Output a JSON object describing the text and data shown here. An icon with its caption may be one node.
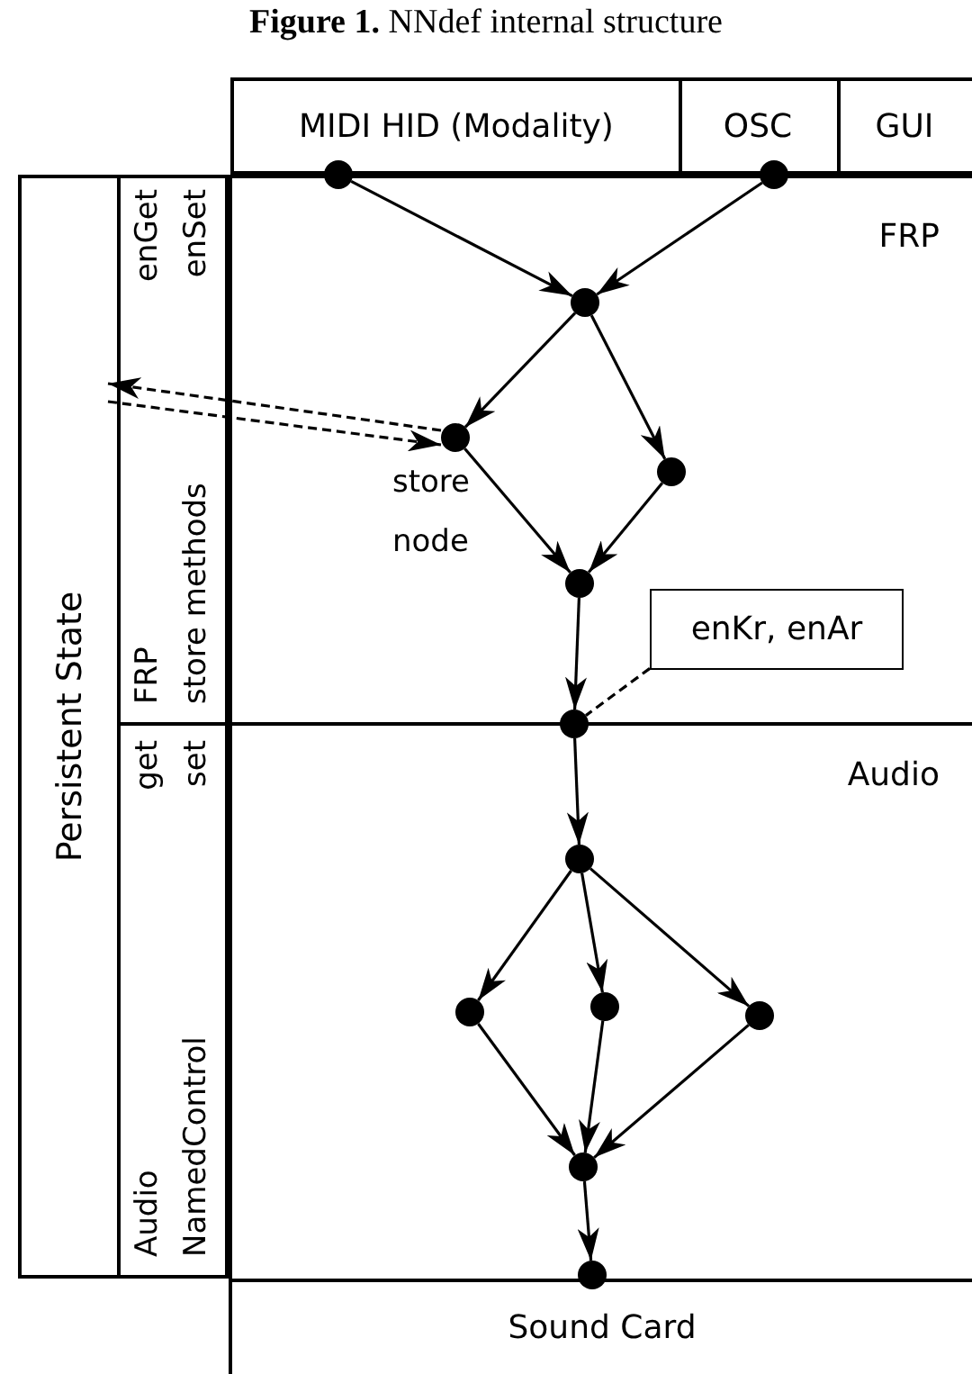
{
  "diagram": {
    "title": "**Figure 1.** NNdef internal structure",
    "nodes": [
      {
        "text": [
          "MIDI HID (Modality)"
        ]
      },
      {
        "text": [
          "OSC"
        ]
      },
      {
        "text": [
          "GUI"
        ]
      },
      {
        "text": [
          "Persistent State"
        ]
      },
      {
        "text": [
          "enGet",
          "enSet",
          "FRP",
          "store methods"
        ],
        "in": 3
      },
      {
        "text": [
          "get",
          "set",
          "Audio",
          "NamedControl"
        ],
        "in": 3
      },
      {
        "text": [
          "FRP"
        ]
      },
      {
        "text": [
          "Audio"
        ]
      },
      {
        "text": [
          "Sound Card"
        ]
      },
      {
        "text": [],
        "shape": "circle"
      },
      {
        "text": [],
        "shape": "circle"
      },
      {
        "text": [],
        "shape": "circle",
        "in": 6
      },
      {
        "text": [],
        "shape": "circle",
        "in": 6,
        "beside": [
          "store node"
        ]
      },
      {
        "text": [],
        "shape": "circle",
        "in": 6
      },
      {
        "text": [],
        "shape": "circle",
        "in": 6
      },
      {
        "text": [
          "enKr, enAr"
        ],
        "in": 6
      },
      {
        "text": [],
        "shape": "circle"
      },
      {
        "text": [],
        "shape": "circle",
        "in": 7
      },
      {
        "text": [],
        "shape": "circle",
        "in": 7
      },
      {
        "text": [],
        "shape": "circle",
        "in": 7
      },
      {
        "text": [],
        "shape": "circle",
        "in": 7
      },
      {
        "text": [],
        "shape": "circle",
        "in": 7
      },
      {
        "text": [],
        "shape": "circle"
      }
    ],
    "edges": [
      {
        "from": 9,
        "to": 11,
        "arrow": "to"
      },
      {
        "from": 10,
        "to": 11,
        "arrow": "to"
      },
      {
        "from": 11,
        "to": 12,
        "arrow": "to"
      },
      {
        "from": 11,
        "to": 13,
        "arrow": "to"
      },
      {
        "from": 12,
        "to": 4,
        "arrow": "to",
        "style": "dashed"
      },
      {
        "from": 4,
        "to": 12,
        "arrow": "to",
        "style": "dashed"
      },
      {
        "from": 12,
        "to": 14,
        "arrow": "to"
      },
      {
        "from": 13,
        "to": 14,
        "arrow": "to"
      },
      {
        "from": 14,
        "to": 16,
        "arrow": "to"
      },
      {
        "from": 15,
        "to": 16,
        "arrow": "none",
        "style": "dashed"
      },
      {
        "from": 16,
        "to": 17,
        "arrow": "to"
      },
      {
        "from": 17,
        "to": 18,
        "arrow": "to"
      },
      {
        "from": 17,
        "to": 19,
        "arrow": "to"
      },
      {
        "from": 17,
        "to": 20,
        "arrow": "to"
      },
      {
        "from": 18,
        "to": 21,
        "arrow": "to"
      },
      {
        "from": 19,
        "to": 21,
        "arrow": "to"
      },
      {
        "from": 20,
        "to": 21,
        "arrow": "to"
      },
      {
        "from": 21,
        "to": 22,
        "arrow": "to"
      }
    ]
  }
}
